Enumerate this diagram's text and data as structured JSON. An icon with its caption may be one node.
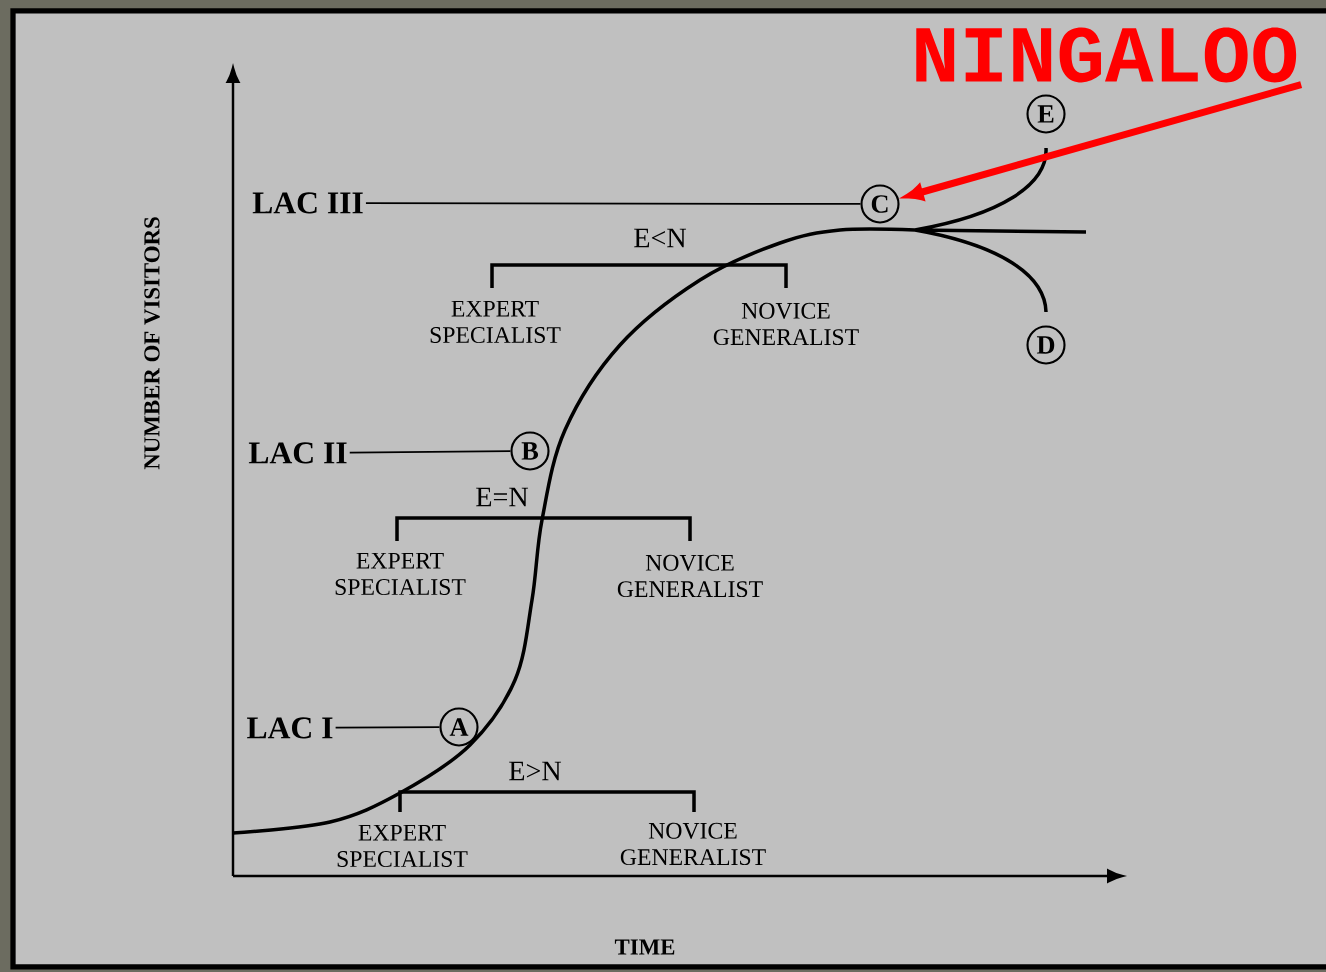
{
  "diagram": {
    "nodes": [
      {
        "text": [
          "LAC III"
        ]
      },
      {
        "text": [
          "LAC II"
        ]
      },
      {
        "text": [
          "LAC I"
        ]
      },
      {
        "text": [
          "A"
        ]
      },
      {
        "text": [
          "B"
        ]
      },
      {
        "text": [
          "C"
        ]
      },
      {
        "text": [
          "D"
        ]
      },
      {
        "text": [
          "E"
        ]
      },
      {
        "text": [
          "NINGALOO"
        ]
      }
    ],
    "edges": [
      {
        "from": 0,
        "to": 5,
        "arrow": "none"
      },
      {
        "from": 1,
        "to": 4,
        "arrow": "none"
      },
      {
        "from": 2,
        "to": 3,
        "arrow": "none"
      },
      {
        "from": 8,
        "to": 5,
        "arrow": "to",
        "style": "thick",
        "color": "#ff0000"
      }
    ],
    "labels": [
      "NUMBER OF VISITORS",
      "E<N",
      "EXPERT SPECIALIST",
      "NOVICE GENERALIST",
      "E=N",
      "EXPERT SPECIALIST",
      "NOVICE GENERALIST",
      "E>N",
      "EXPERT SPECIALIST",
      "NOVICE GENERALIST",
      "TIME"
    ]
  }
}
